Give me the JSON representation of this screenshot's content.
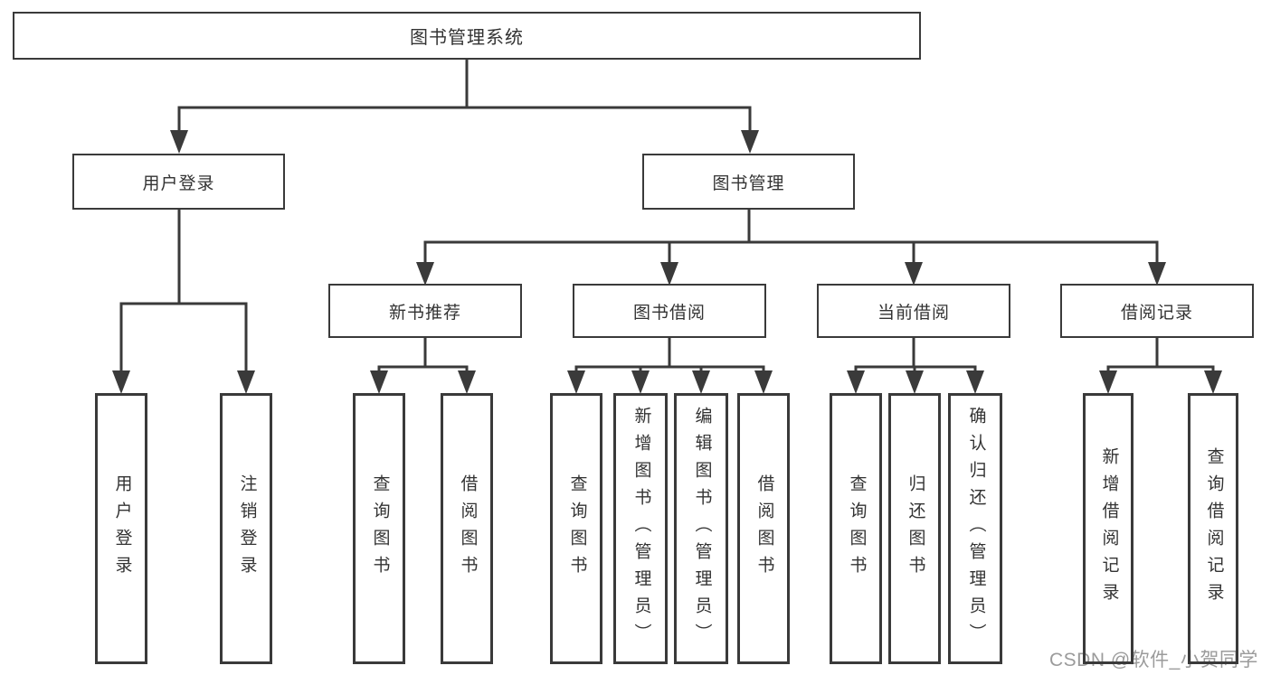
{
  "tree": {
    "root": {
      "label": "图书管理系统",
      "children": [
        {
          "label": "用户登录",
          "children": [
            {
              "label": "用户登录"
            },
            {
              "label": "注销登录"
            }
          ]
        },
        {
          "label": "图书管理",
          "children": [
            {
              "label": "新书推荐",
              "children": [
                {
                  "label": "查询图书"
                },
                {
                  "label": "借阅图书"
                }
              ]
            },
            {
              "label": "图书借阅",
              "children": [
                {
                  "label": "查询图书"
                },
                {
                  "label": "新增图书（管理员）"
                },
                {
                  "label": "编辑图书（管理员）"
                },
                {
                  "label": "借阅图书"
                }
              ]
            },
            {
              "label": "当前借阅",
              "children": [
                {
                  "label": "查询图书"
                },
                {
                  "label": "归还图书"
                },
                {
                  "label": "确认归还（管理员）"
                }
              ]
            },
            {
              "label": "借阅记录",
              "children": [
                {
                  "label": "新增借阅记录"
                },
                {
                  "label": "查询借阅记录"
                }
              ]
            }
          ]
        }
      ]
    }
  },
  "watermark": {
    "text": "CSDN @软件_小贺同学"
  },
  "colors": {
    "line": "#3a3a3a",
    "box_border": "#3a3a3a",
    "text": "#333333",
    "watermark": "#9b9b9b",
    "background": "#ffffff"
  }
}
